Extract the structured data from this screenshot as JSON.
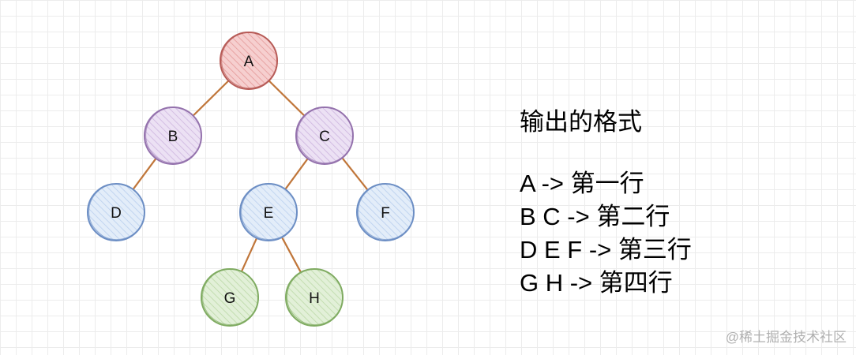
{
  "colors": {
    "edge": "#c0763a",
    "red_fill": "#f0b6b6",
    "red_stroke": "#b75b57",
    "purple_fill": "#e2d2ee",
    "purple_stroke": "#9472ad",
    "blue_fill": "#d6e4f6",
    "blue_stroke": "#6c8ec4",
    "green_fill": "#d6eac9",
    "green_stroke": "#7fab61"
  },
  "tree": {
    "nodes": [
      {
        "id": "A",
        "label": "A",
        "color": "red"
      },
      {
        "id": "B",
        "label": "B",
        "color": "purple"
      },
      {
        "id": "C",
        "label": "C",
        "color": "purple"
      },
      {
        "id": "D",
        "label": "D",
        "color": "blue"
      },
      {
        "id": "E",
        "label": "E",
        "color": "blue"
      },
      {
        "id": "F",
        "label": "F",
        "color": "blue"
      },
      {
        "id": "G",
        "label": "G",
        "color": "green"
      },
      {
        "id": "H",
        "label": "H",
        "color": "green"
      }
    ],
    "edges": [
      {
        "from": "A",
        "to": "B"
      },
      {
        "from": "A",
        "to": "C"
      },
      {
        "from": "B",
        "to": "D"
      },
      {
        "from": "C",
        "to": "E"
      },
      {
        "from": "C",
        "to": "F"
      },
      {
        "from": "E",
        "to": "G"
      },
      {
        "from": "E",
        "to": "H"
      }
    ]
  },
  "caption": {
    "heading": "输出的格式",
    "lines": [
      "A -> 第一行",
      "B C -> 第二行",
      "D E F -> 第三行",
      "G H -> 第四行"
    ]
  },
  "watermark": "@稀土掘金技术社区"
}
